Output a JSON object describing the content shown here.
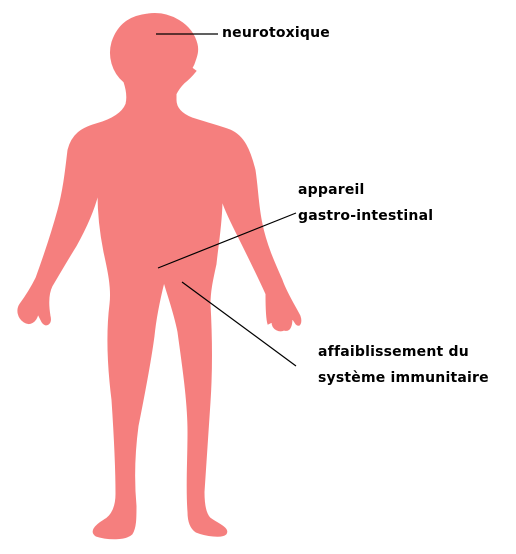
{
  "colors": {
    "body_fill": "#F57F7E",
    "leader_line": "#000000",
    "text": "#000000"
  },
  "labels": {
    "neurotoxic": "neurotoxique",
    "gastro_line1": "appareil",
    "gastro_line2": "gastro-intestinal",
    "immune_line1": "affaiblissement du",
    "immune_line2": "système immunitaire"
  }
}
